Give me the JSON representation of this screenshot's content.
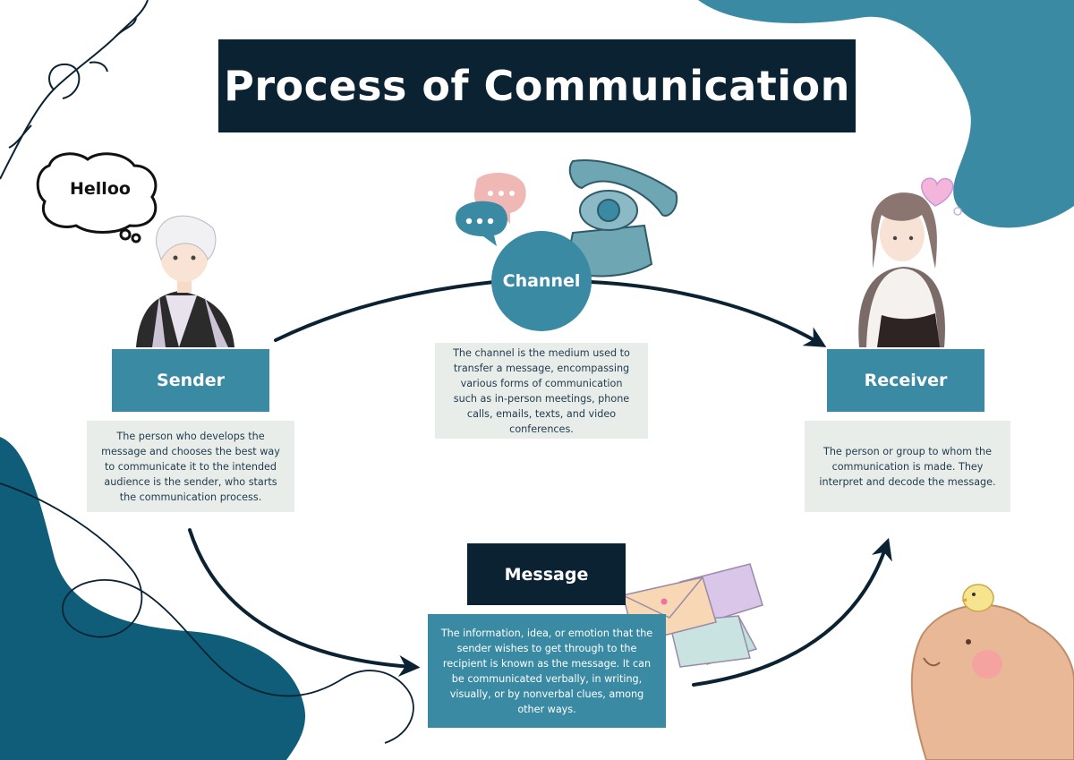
{
  "title": "Process of Communication",
  "thought_bubble": "Helloo",
  "sender": {
    "label": "Sender",
    "description": "The person who develops the message and chooses the best way to communicate it to the intended audience is the sender, who starts the communication process."
  },
  "channel": {
    "label": "Channel",
    "description": "The channel is the medium used to transfer a message, encompassing various forms of communication such as in-person meetings, phone calls, emails, texts, and video conferences."
  },
  "receiver": {
    "label": "Receiver",
    "description": "The person or group to whom the communication is made. They interpret and decode the message."
  },
  "message": {
    "label": "Message",
    "description": "The information, idea, or emotion that the sender wishes to get through to the recipient is known as the message. It can be communicated verbally, in writing, visually, or by nonverbal clues, among other ways."
  },
  "colors": {
    "navy": "#0b2233",
    "teal": "#3a8aa3",
    "dark_teal": "#0f5d78",
    "panel": "#e9ede9"
  },
  "icons": [
    "sender-character-icon",
    "receiver-character-icon",
    "chat-bubbles-icon",
    "telephone-icon",
    "envelopes-icon",
    "capybara-icon",
    "heart-icon",
    "thought-bubble-icon"
  ]
}
